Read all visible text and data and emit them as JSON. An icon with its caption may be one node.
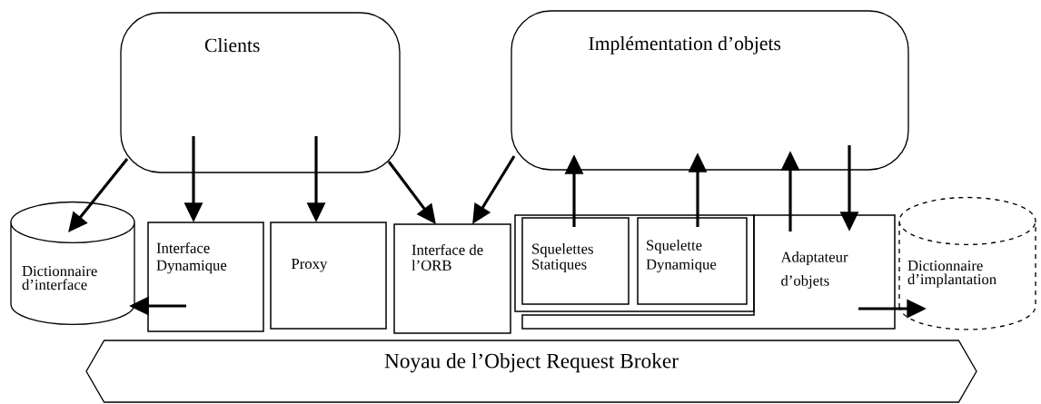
{
  "diagram": {
    "nodes": [
      {
        "text": [
          "Clients"
        ]
      },
      {
        "text": [
          "Implémentation d’objets"
        ]
      },
      {
        "text": [
          "Dictionnaire d’interface"
        ]
      },
      {
        "text": [
          "Interface Dynamique"
        ]
      },
      {
        "text": [
          "Proxy"
        ]
      },
      {
        "text": [
          "Interface de l’ORB"
        ]
      },
      {
        "text": [
          "Squelettes Statiques"
        ]
      },
      {
        "text": [
          "Squelette Dynamique"
        ]
      },
      {
        "text": [
          "Adaptateur d’objets"
        ]
      },
      {
        "text": [
          "Dictionnaire d’implantation"
        ]
      },
      {
        "text": [
          "Noyau de l’Object Request Broker"
        ]
      }
    ],
    "edges": [
      {
        "from": 0,
        "to": 2,
        "arrow": "to"
      },
      {
        "from": 0,
        "to": 3,
        "arrow": "to"
      },
      {
        "from": 0,
        "to": 4,
        "arrow": "to"
      },
      {
        "from": 0,
        "to": 5,
        "arrow": "to"
      },
      {
        "from": 1,
        "to": 5,
        "arrow": "to"
      },
      {
        "from": 6,
        "to": 1,
        "arrow": "to"
      },
      {
        "from": 7,
        "to": 1,
        "arrow": "to"
      },
      {
        "from": 8,
        "to": 1,
        "arrow": "to"
      },
      {
        "from": 1,
        "to": 8,
        "arrow": "to"
      },
      {
        "from": 3,
        "to": 2,
        "arrow": "to"
      },
      {
        "from": 8,
        "to": 9,
        "arrow": "to"
      }
    ]
  }
}
